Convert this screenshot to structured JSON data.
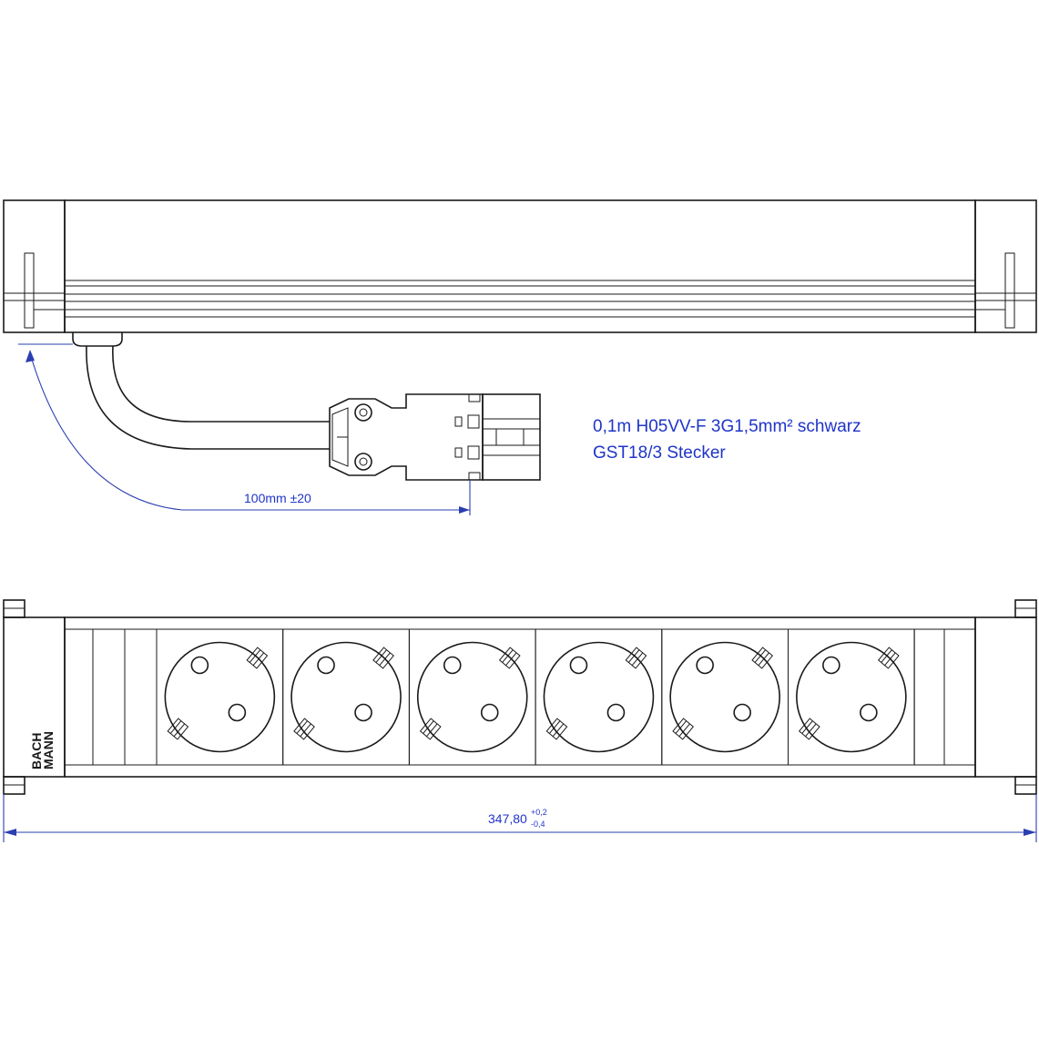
{
  "cable_note": {
    "line1": "0,1m H05VV-F 3G1,5mm² schwarz",
    "line2": "GST18/3 Stecker"
  },
  "cable_length_dim": "100mm ±20",
  "overall_length_dim": {
    "value": "347,80",
    "tol_upper": "+0,2",
    "tol_lower": "-0,4"
  },
  "logo": {
    "line1": "BACH",
    "line2": "MANN"
  },
  "colors": {
    "line": "#1a1a1a",
    "dimension": "#1f34c8"
  }
}
